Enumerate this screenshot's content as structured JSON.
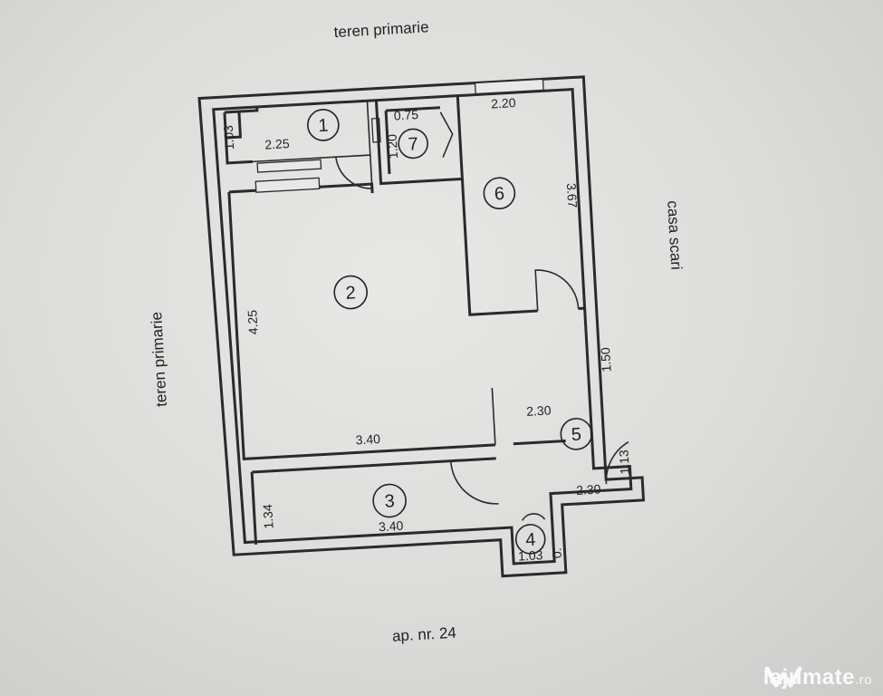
{
  "labels": {
    "top": "teren primarie",
    "left": "teren primarie",
    "right": "casa scari",
    "bottom": "ap. nr. 24"
  },
  "rooms": [
    {
      "num": "1"
    },
    {
      "num": "2"
    },
    {
      "num": "3"
    },
    {
      "num": "4"
    },
    {
      "num": "5"
    },
    {
      "num": "6"
    },
    {
      "num": "7"
    }
  ],
  "dimensions": {
    "r1_height": "1.03",
    "r1_width": "2.25",
    "r7_width": "0.75",
    "r7_height": "1.20",
    "r6_width": "2.20",
    "r6_height": "3.67",
    "r2_height": "4.25",
    "r2_width": "3.40",
    "r5_height": "1.50",
    "r5_width_top": "2.30",
    "r5_door": "1.13",
    "r5_width_bottom": "2.30",
    "r3_height": "1.34",
    "r3_width": "3.40",
    "r4_width": "1.03",
    "r4_height": "0."
  },
  "watermark": {
    "brand": "lajumate",
    "tld": ".ro"
  }
}
